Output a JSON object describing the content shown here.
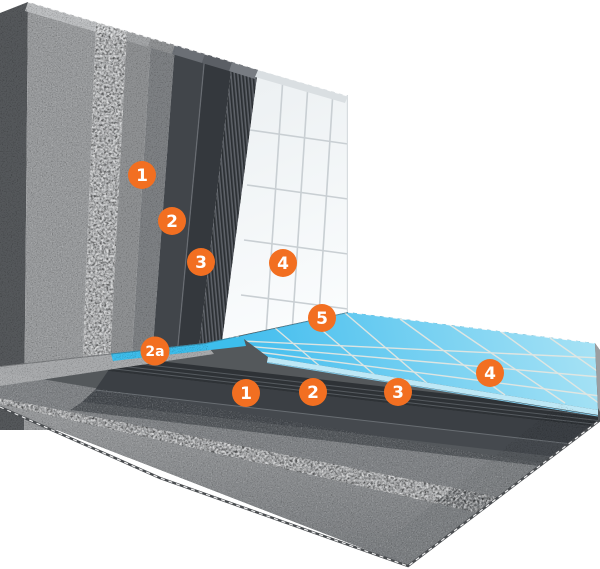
{
  "diagram": {
    "type": "construction-cutaway",
    "badges": [
      {
        "id": "wall-1",
        "label": "1"
      },
      {
        "id": "wall-2",
        "label": "2"
      },
      {
        "id": "wall-3",
        "label": "3"
      },
      {
        "id": "wall-4",
        "label": "4"
      },
      {
        "id": "junction-5",
        "label": "5"
      },
      {
        "id": "corner-2a",
        "label": "2a"
      },
      {
        "id": "floor-1",
        "label": "1"
      },
      {
        "id": "floor-2",
        "label": "2"
      },
      {
        "id": "floor-3",
        "label": "3"
      },
      {
        "id": "floor-4",
        "label": "4"
      }
    ],
    "colors": {
      "badge_fill": "#F26F21",
      "badge_text": "#FFFFFF",
      "floor_tile_front": "#3FBCEE",
      "floor_tile_back": "#A9E3F5",
      "wall_tile": "#FBFDFE",
      "sealing_tape": "#3DBEEC"
    }
  }
}
